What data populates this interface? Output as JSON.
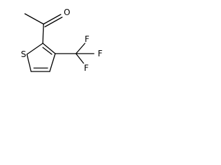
{
  "molecule": {
    "atoms": {
      "oxygen": "O",
      "sulfur": "S",
      "fluorine_top": "F",
      "fluorine_right": "F",
      "fluorine_bottom": "F"
    }
  },
  "colors": {
    "bond": "#000000",
    "label": "#000000",
    "background": "#ffffff"
  }
}
